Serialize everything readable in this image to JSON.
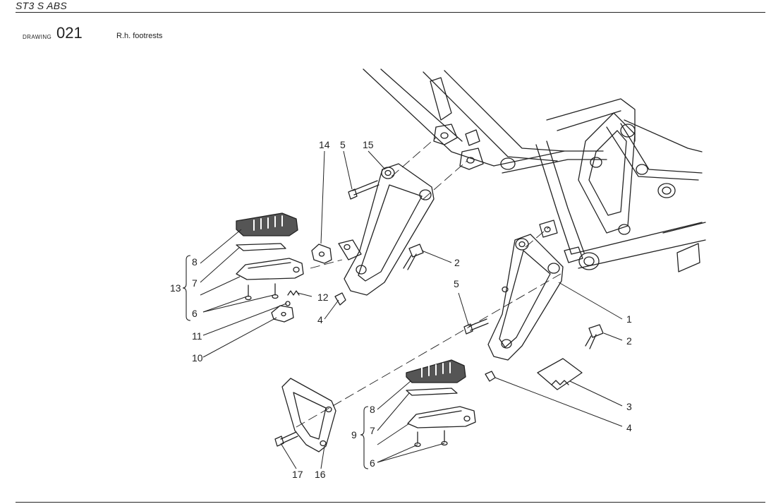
{
  "header": {
    "model": "ST3 S ABS",
    "drawing_label": "DRAWING",
    "drawing_number": "021",
    "drawing_title": "R.h. footrests"
  },
  "callouts": [
    {
      "id": "c14a",
      "text": "14"
    },
    {
      "id": "c5a",
      "text": "5"
    },
    {
      "id": "c15",
      "text": "15"
    },
    {
      "id": "c8a",
      "text": "8"
    },
    {
      "id": "c7a",
      "text": "7"
    },
    {
      "id": "c13",
      "text": "13"
    },
    {
      "id": "c6a",
      "text": "6"
    },
    {
      "id": "c12",
      "text": "12"
    },
    {
      "id": "c11",
      "text": "11"
    },
    {
      "id": "c10",
      "text": "10"
    },
    {
      "id": "c4a",
      "text": "4"
    },
    {
      "id": "c2a",
      "text": "2"
    },
    {
      "id": "c5b",
      "text": "5"
    },
    {
      "id": "c1",
      "text": "1"
    },
    {
      "id": "c2b",
      "text": "2"
    },
    {
      "id": "c3",
      "text": "3"
    },
    {
      "id": "c4b",
      "text": "4"
    },
    {
      "id": "c8b",
      "text": "8"
    },
    {
      "id": "c7b",
      "text": "7"
    },
    {
      "id": "c9",
      "text": "9"
    },
    {
      "id": "c6b",
      "text": "6"
    },
    {
      "id": "c17",
      "text": "17"
    },
    {
      "id": "c16",
      "text": "16"
    }
  ],
  "colors": {
    "line": "#222222",
    "rubber": "#555555",
    "paper": "#ffffff"
  }
}
